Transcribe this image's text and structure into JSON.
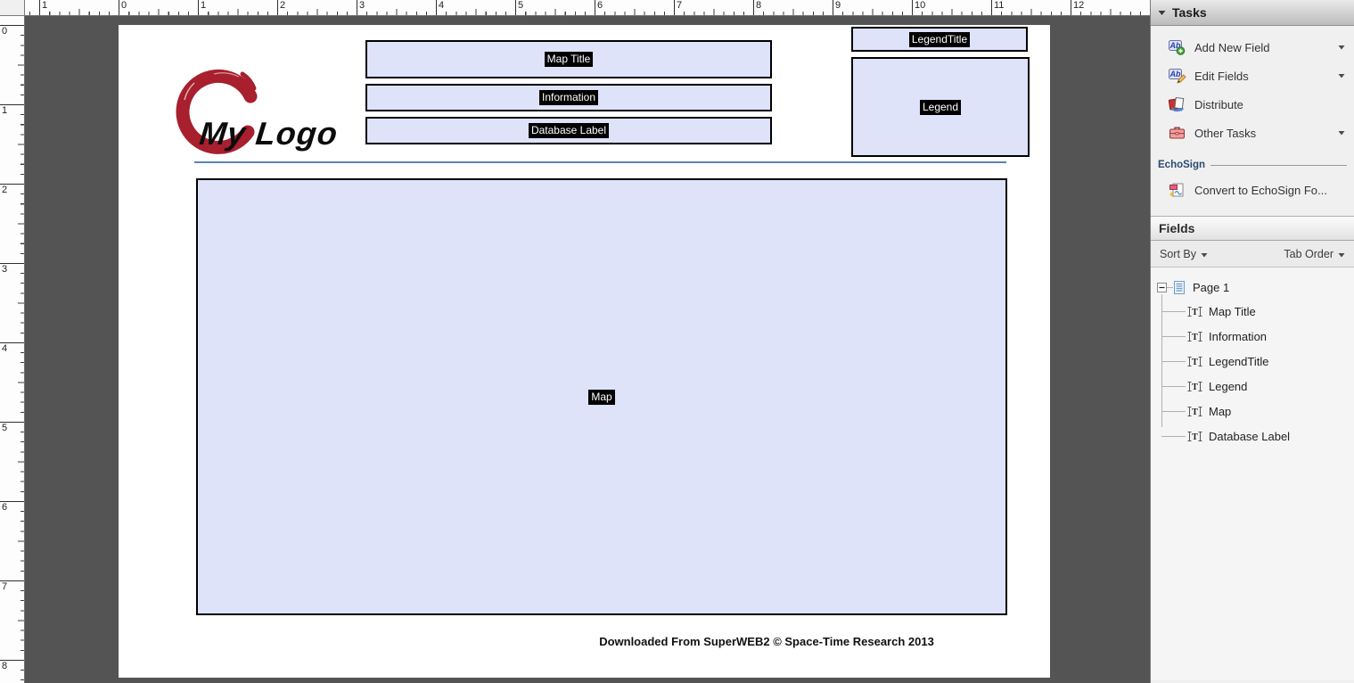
{
  "rulers": {
    "top_labels": [
      "1",
      "0",
      "1",
      "2",
      "3",
      "4",
      "5",
      "6",
      "7",
      "8",
      "9",
      "10",
      "11",
      "12"
    ],
    "left_labels": [
      "0",
      "1",
      "2",
      "3",
      "4",
      "5",
      "6",
      "7",
      "8"
    ]
  },
  "page": {
    "logo_text": "My Logo",
    "field_labels": {
      "map_title": "Map Title",
      "information": "Information",
      "database_label": "Database Label",
      "legend_title": "LegendTitle",
      "legend": "Legend",
      "map": "Map"
    },
    "footer_text": "Downloaded From SuperWEB2 © Space-Time Research 2013"
  },
  "tasks_panel": {
    "title": "Tasks",
    "items": [
      {
        "label": "Add New Field",
        "icon": "add-field-icon",
        "has_dropdown": true
      },
      {
        "label": "Edit Fields",
        "icon": "edit-fields-icon",
        "has_dropdown": true
      },
      {
        "label": "Distribute",
        "icon": "distribute-icon",
        "has_dropdown": false
      },
      {
        "label": "Other Tasks",
        "icon": "other-tasks-icon",
        "has_dropdown": true
      }
    ],
    "echosign": {
      "heading": "EchoSign",
      "item": {
        "label": "Convert to EchoSign Fo...",
        "icon": "echosign-convert-icon",
        "has_dropdown": false
      }
    }
  },
  "fields_panel": {
    "title": "Fields",
    "sort_by_label": "Sort By",
    "tab_order_label": "Tab Order",
    "tree": {
      "root": "Page 1",
      "children": [
        "Map Title",
        "Information",
        "LegendTitle",
        "Legend",
        "Map",
        "Database Label"
      ]
    }
  },
  "colors": {
    "field_fill": "#dee3fa",
    "field_border": "#000000",
    "label_bg": "#000000",
    "label_text": "#ffffff",
    "logo_red": "#a81f2d",
    "divider_blue": "#5b84b8",
    "canvas_gray": "#545454",
    "echosign_heading": "#2c4a71"
  }
}
